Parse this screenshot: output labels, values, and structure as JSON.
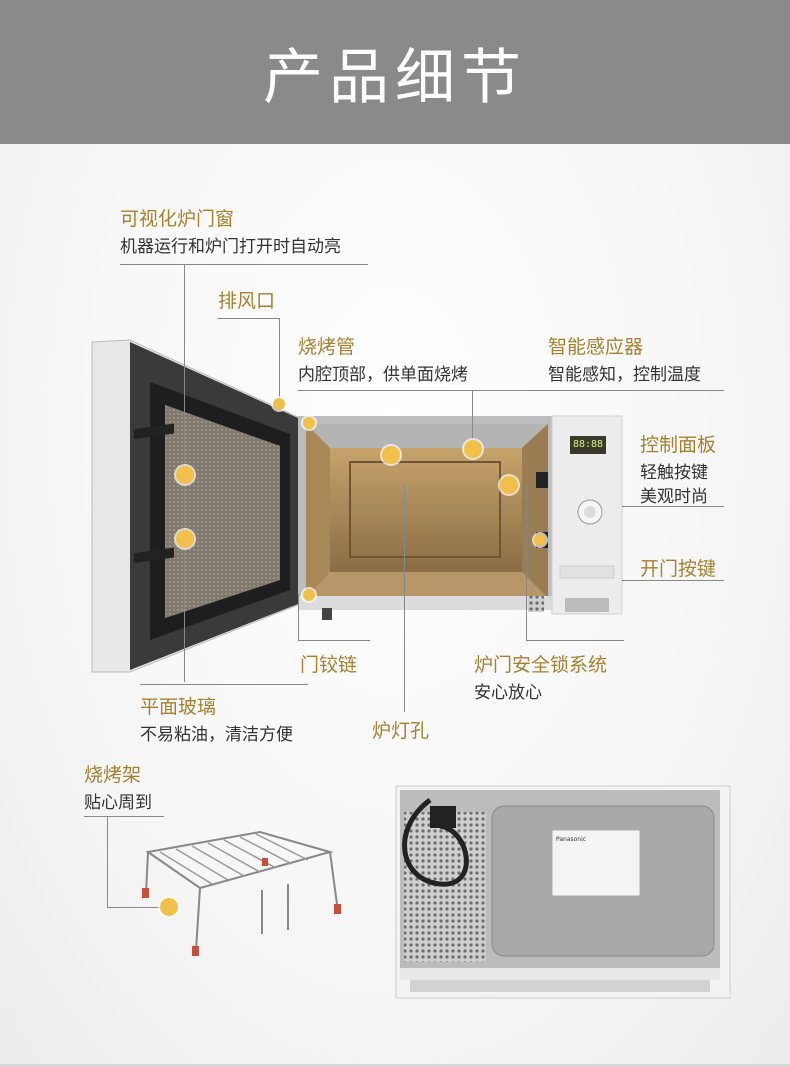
{
  "header": {
    "title": "产品细节"
  },
  "callouts": {
    "window": {
      "title": "可视化炉门窗",
      "desc": "机器运行和炉门打开时自动亮"
    },
    "vent": {
      "title": "排风口"
    },
    "heater": {
      "title": "烧烤管",
      "desc": "内腔顶部，供单面烧烤"
    },
    "sensor": {
      "title": "智能感应器",
      "desc": "智能感知，控制温度"
    },
    "panel": {
      "title": "控制面板",
      "desc1": "轻触按键",
      "desc2": "美观时尚"
    },
    "button": {
      "title": "开门按键"
    },
    "hinge": {
      "title": "门铰链"
    },
    "lock": {
      "title": "炉门安全锁系统",
      "desc": "安心放心"
    },
    "glass": {
      "title": "平面玻璃",
      "desc": "不易粘油，清洁方便"
    },
    "lamp": {
      "title": "炉灯孔"
    },
    "rack": {
      "title": "烧烤架",
      "desc": "贴心周到"
    }
  },
  "display": {
    "readout": "88:88"
  },
  "back_label": {
    "brand": "Panasonic"
  },
  "colors": {
    "banner": "#8a8a8a",
    "accent_title": "#a8812f",
    "dot": "#f0c04a"
  }
}
